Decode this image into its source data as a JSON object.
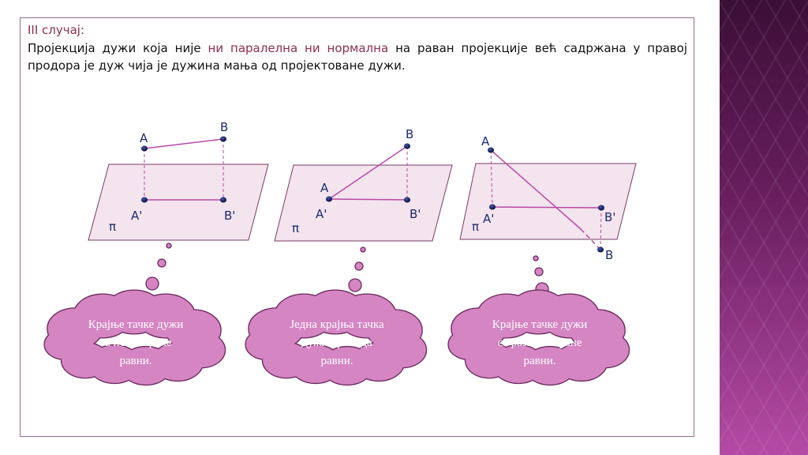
{
  "heading": "III случај:",
  "paragraph": {
    "part1": "Пројекција дужи која није ",
    "highlight": "ни паралелна ни нормална",
    "part2": " на раван пројекције већ садржана у правој продора је дуж чија је дужина мања од пројектоване дужи."
  },
  "labels": {
    "A": "A",
    "B": "B",
    "A_prime": "A'",
    "B_prime": "B'",
    "pi": "π"
  },
  "clouds": [
    {
      "lines": [
        "Крајње тачке дужи",
        "са исте стране",
        "равни."
      ]
    },
    {
      "lines": [
        "Једна крајња тачка",
        "дужи припада",
        "равни."
      ]
    },
    {
      "lines": [
        "Крајње тачке дужи",
        "са разних стране",
        "равни."
      ]
    }
  ],
  "colors": {
    "accent": "#8b2d52",
    "plane": "#f3e4ee",
    "segment": "#b84aa8",
    "cloud": "#d485c2",
    "point": "#1c2a6b"
  }
}
